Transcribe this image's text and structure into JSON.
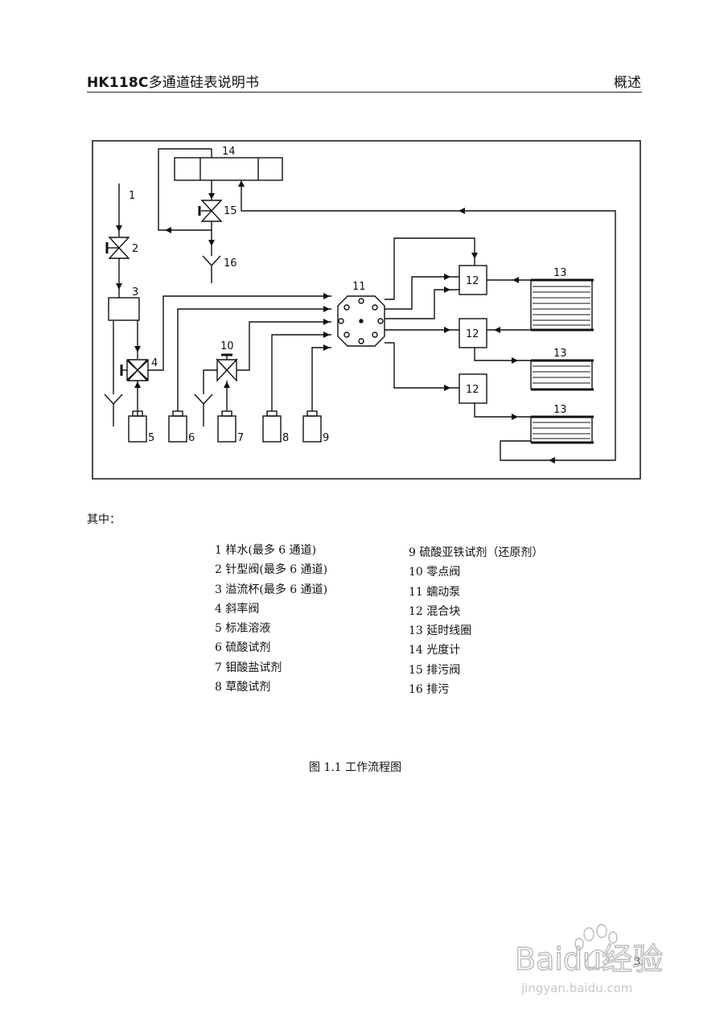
{
  "header": {
    "code": "HK118C",
    "title": "多通道硅表说明书",
    "section": "概述"
  },
  "diagram_labels": {
    "n1": "1",
    "n2": "2",
    "n3": "3",
    "n4": "4",
    "n5": "5",
    "n6": "6",
    "n7": "7",
    "n8": "8",
    "n9": "9",
    "n10": "10",
    "n11": "11",
    "n12a": "12",
    "n12b": "12",
    "n12c": "12",
    "n13a": "13",
    "n13b": "13",
    "n13c": "13",
    "n14": "14",
    "n15": "15",
    "n16": "16"
  },
  "intro": "其中：",
  "legend_left": [
    "1  样水(最多 6 通道)",
    "2  针型阀(最多 6 通道)",
    "3  溢流杯(最多 6 通道)",
    "4  斜率阀",
    "5  标准溶液",
    "6  硫酸试剂",
    "7  钼酸盐试剂",
    "8  草酸试剂"
  ],
  "legend_right": [
    "9  硫酸亚铁试剂（还原剂）",
    "10  零点阀",
    "11  蠕动泵",
    "12  混合块",
    "13  延时线圈",
    "14  光度计",
    "15  排污阀",
    "16  排污"
  ],
  "caption": "图 1.1    工作流程图",
  "page_number": "3",
  "watermark": {
    "brand": "Baidu经验",
    "url": "jingyan.baidu.com"
  }
}
